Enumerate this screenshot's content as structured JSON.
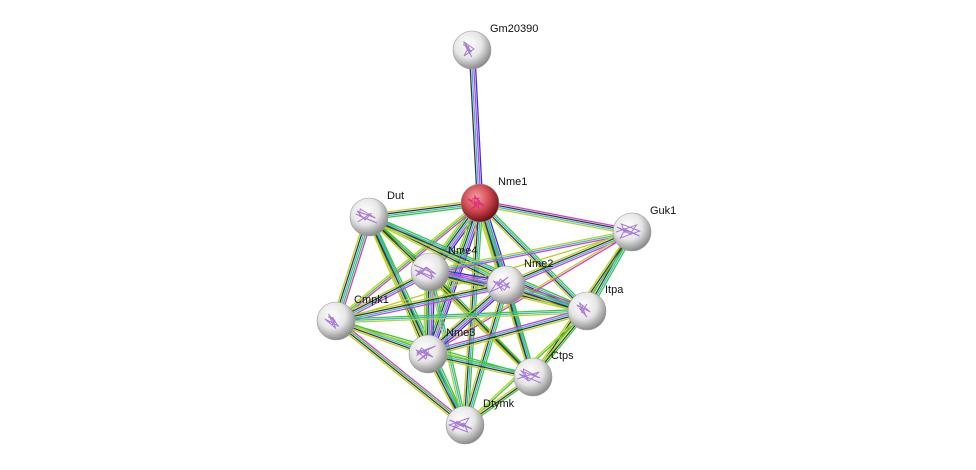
{
  "network": {
    "colors": {
      "blue": "#2a35e8",
      "magenta": "#d33cd6",
      "cyan": "#3ab8dc",
      "black": "#3a3a3a",
      "green": "#3cc83c",
      "yellow": "#bcd21e",
      "query_node": "#c8323c",
      "node": "#e8e8e8"
    },
    "nodes": [
      {
        "id": "Gm20390",
        "label": "Gm20390",
        "query": false
      },
      {
        "id": "Nme1",
        "label": "Nme1",
        "query": true
      },
      {
        "id": "Dut",
        "label": "Dut",
        "query": false
      },
      {
        "id": "Guk1",
        "label": "Guk1",
        "query": false
      },
      {
        "id": "Nme4",
        "label": "Nme4",
        "query": false
      },
      {
        "id": "Nme2",
        "label": "Nme2",
        "query": false
      },
      {
        "id": "Itpa",
        "label": "Itpa",
        "query": false
      },
      {
        "id": "Cmpk1",
        "label": "Cmpk1",
        "query": false
      },
      {
        "id": "Nme3",
        "label": "Nme3",
        "query": false
      },
      {
        "id": "Ctps",
        "label": "Ctps",
        "query": false
      },
      {
        "id": "Dtymk",
        "label": "Dtymk",
        "query": false
      }
    ],
    "edges": [
      {
        "source": "Gm20390",
        "target": "Nme1",
        "evidence": [
          "blue",
          "magenta",
          "cyan",
          "black"
        ]
      },
      {
        "source": "Nme1",
        "target": "Dut",
        "evidence": [
          "green",
          "cyan",
          "black",
          "yellow"
        ]
      },
      {
        "source": "Nme1",
        "target": "Guk1",
        "evidence": [
          "magenta",
          "black",
          "cyan",
          "yellow"
        ]
      },
      {
        "source": "Nme1",
        "target": "Nme4",
        "evidence": [
          "blue",
          "magenta",
          "cyan",
          "black",
          "green",
          "yellow"
        ]
      },
      {
        "source": "Nme1",
        "target": "Nme2",
        "evidence": [
          "blue",
          "magenta",
          "cyan",
          "black",
          "green",
          "yellow"
        ]
      },
      {
        "source": "Nme1",
        "target": "Nme3",
        "evidence": [
          "blue",
          "magenta",
          "cyan",
          "black",
          "green",
          "yellow"
        ]
      },
      {
        "source": "Nme1",
        "target": "Itpa",
        "evidence": [
          "green",
          "cyan",
          "black",
          "yellow"
        ]
      },
      {
        "source": "Nme1",
        "target": "Ctps",
        "evidence": [
          "green",
          "cyan",
          "black",
          "yellow"
        ]
      },
      {
        "source": "Nme1",
        "target": "Cmpk1",
        "evidence": [
          "magenta",
          "green",
          "yellow"
        ]
      },
      {
        "source": "Nme1",
        "target": "Dtymk",
        "evidence": [
          "green",
          "cyan",
          "black",
          "yellow"
        ]
      },
      {
        "source": "Dut",
        "target": "Nme4",
        "evidence": [
          "green",
          "black",
          "yellow"
        ]
      },
      {
        "source": "Dut",
        "target": "Nme2",
        "evidence": [
          "green",
          "cyan",
          "black",
          "yellow"
        ]
      },
      {
        "source": "Dut",
        "target": "Nme3",
        "evidence": [
          "green",
          "cyan",
          "black",
          "yellow"
        ]
      },
      {
        "source": "Dut",
        "target": "Cmpk1",
        "evidence": [
          "magenta",
          "green",
          "cyan",
          "black",
          "yellow"
        ]
      },
      {
        "source": "Dut",
        "target": "Itpa",
        "evidence": [
          "green",
          "cyan",
          "black",
          "yellow"
        ]
      },
      {
        "source": "Dut",
        "target": "Ctps",
        "evidence": [
          "green",
          "black",
          "yellow"
        ]
      },
      {
        "source": "Dut",
        "target": "Dtymk",
        "evidence": [
          "green",
          "cyan",
          "black",
          "yellow"
        ]
      },
      {
        "source": "Guk1",
        "target": "Nme4",
        "evidence": [
          "magenta",
          "cyan",
          "yellow"
        ]
      },
      {
        "source": "Guk1",
        "target": "Nme2",
        "evidence": [
          "magenta",
          "cyan",
          "black",
          "yellow"
        ]
      },
      {
        "source": "Guk1",
        "target": "Itpa",
        "evidence": [
          "green",
          "cyan",
          "black",
          "yellow"
        ]
      },
      {
        "source": "Guk1",
        "target": "Nme3",
        "evidence": [
          "magenta",
          "yellow"
        ]
      },
      {
        "source": "Guk1",
        "target": "Ctps",
        "evidence": [
          "green",
          "black",
          "yellow"
        ]
      },
      {
        "source": "Guk1",
        "target": "Cmpk1",
        "evidence": [
          "yellow"
        ]
      },
      {
        "source": "Nme4",
        "target": "Nme2",
        "evidence": [
          "blue",
          "magenta",
          "cyan",
          "black",
          "yellow"
        ]
      },
      {
        "source": "Nme4",
        "target": "Nme3",
        "evidence": [
          "blue",
          "magenta",
          "cyan",
          "black",
          "green",
          "yellow"
        ]
      },
      {
        "source": "Nme4",
        "target": "Cmpk1",
        "evidence": [
          "magenta",
          "cyan",
          "black",
          "yellow"
        ]
      },
      {
        "source": "Nme4",
        "target": "Itpa",
        "evidence": [
          "magenta",
          "cyan",
          "black",
          "yellow"
        ]
      },
      {
        "source": "Nme4",
        "target": "Ctps",
        "evidence": [
          "green",
          "black",
          "yellow"
        ]
      },
      {
        "source": "Nme4",
        "target": "Dtymk",
        "evidence": [
          "green",
          "cyan",
          "yellow"
        ]
      },
      {
        "source": "Nme2",
        "target": "Nme3",
        "evidence": [
          "blue",
          "magenta",
          "cyan",
          "black",
          "yellow"
        ]
      },
      {
        "source": "Nme2",
        "target": "Itpa",
        "evidence": [
          "magenta",
          "green",
          "cyan",
          "black",
          "yellow"
        ]
      },
      {
        "source": "Nme2",
        "target": "Ctps",
        "evidence": [
          "green",
          "cyan",
          "black",
          "yellow"
        ]
      },
      {
        "source": "Nme2",
        "target": "Cmpk1",
        "evidence": [
          "magenta",
          "cyan",
          "black",
          "yellow"
        ]
      },
      {
        "source": "Nme2",
        "target": "Dtymk",
        "evidence": [
          "green",
          "cyan",
          "black",
          "yellow"
        ]
      },
      {
        "source": "Cmpk1",
        "target": "Nme3",
        "evidence": [
          "green",
          "cyan",
          "black",
          "yellow"
        ]
      },
      {
        "source": "Cmpk1",
        "target": "Dtymk",
        "evidence": [
          "magenta",
          "green",
          "black",
          "yellow"
        ]
      },
      {
        "source": "Cmpk1",
        "target": "Itpa",
        "evidence": [
          "green",
          "cyan",
          "yellow"
        ]
      },
      {
        "source": "Cmpk1",
        "target": "Ctps",
        "evidence": [
          "green",
          "yellow"
        ]
      },
      {
        "source": "Nme3",
        "target": "Ctps",
        "evidence": [
          "green",
          "cyan",
          "black",
          "yellow"
        ]
      },
      {
        "source": "Nme3",
        "target": "Dtymk",
        "evidence": [
          "green",
          "cyan",
          "black",
          "yellow"
        ]
      },
      {
        "source": "Nme3",
        "target": "Itpa",
        "evidence": [
          "magenta",
          "cyan",
          "black",
          "yellow"
        ]
      },
      {
        "source": "Itpa",
        "target": "Ctps",
        "evidence": [
          "green",
          "black",
          "yellow"
        ]
      },
      {
        "source": "Itpa",
        "target": "Dtymk",
        "evidence": [
          "green",
          "yellow"
        ]
      },
      {
        "source": "Ctps",
        "target": "Dtymk",
        "evidence": [
          "green",
          "black",
          "yellow"
        ]
      }
    ]
  }
}
